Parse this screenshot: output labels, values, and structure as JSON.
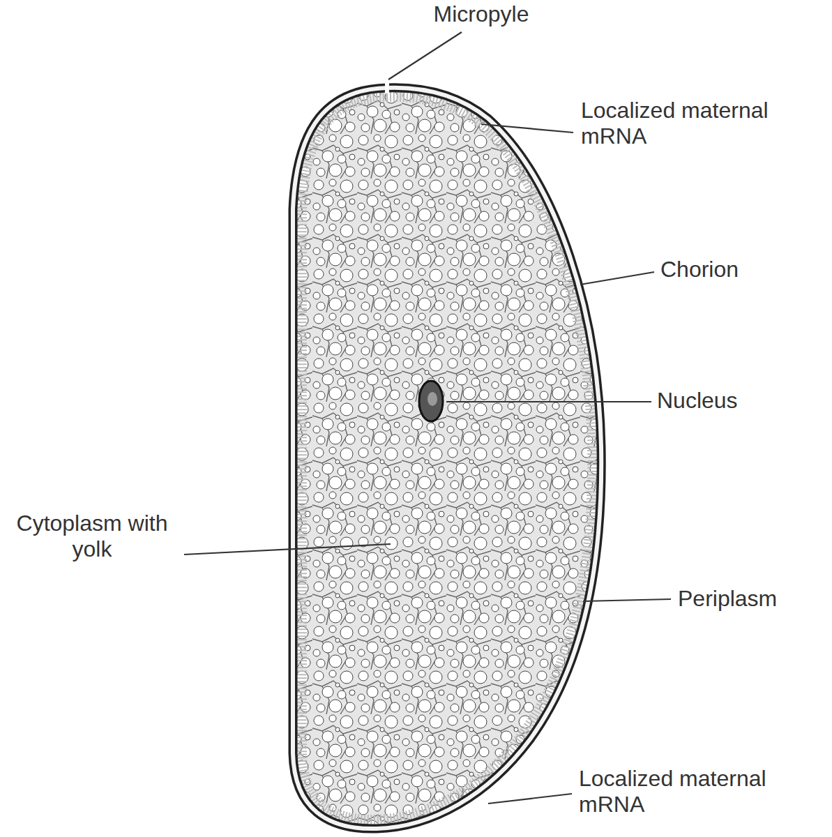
{
  "diagram": {
    "labels": [
      "Micropyle",
      "Localized maternal mRNA",
      "Chorion",
      "Nucleus",
      "Cytoplasm with yolk",
      "Periplasm",
      "Localized maternal mRNA"
    ]
  }
}
